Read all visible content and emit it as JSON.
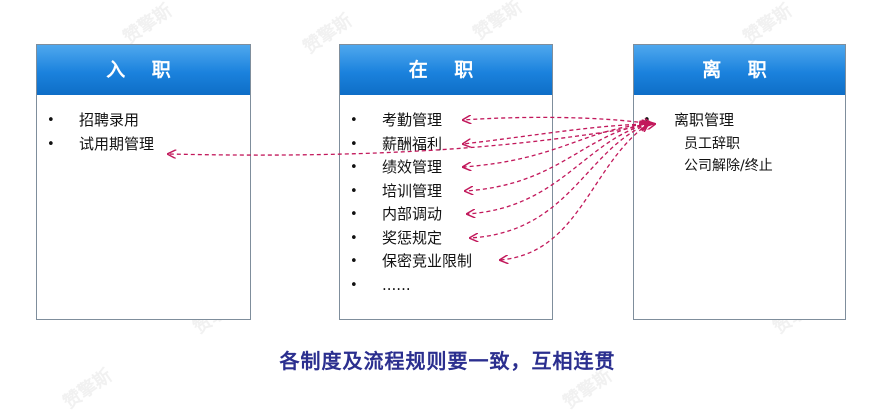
{
  "watermark_text": "赞擎斯",
  "cards": [
    {
      "title": "入 职",
      "items": [
        "招聘录用",
        "试用期管理"
      ]
    },
    {
      "title": "在 职",
      "items": [
        "考勤管理",
        "薪酬福利",
        "绩效管理",
        "培训管理",
        "内部调动",
        "奖惩规定",
        "保密竞业限制",
        "......"
      ]
    },
    {
      "title": "离 职",
      "items": [
        "离职管理"
      ],
      "sub_items": [
        "员工辞职",
        "公司解除/终止"
      ]
    }
  ],
  "footer": "各制度及流程规则要一致，互相连贯",
  "colors": {
    "header_blue": "#1b82dd",
    "arrow": "#c2185b",
    "footer_text": "#2b2f8f"
  }
}
